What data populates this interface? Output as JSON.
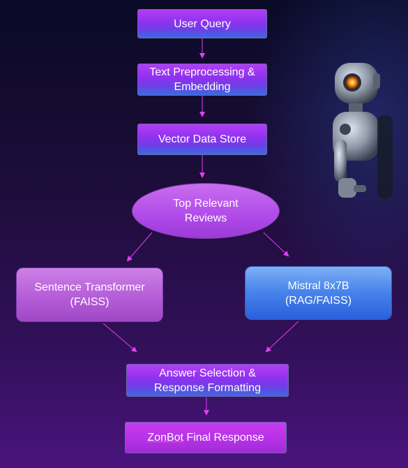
{
  "nodes": {
    "user_query": "User Query",
    "text_preprocessing": "Text Preprocessing & Embedding",
    "vector_store": "Vector Data Store",
    "top_reviews": "Top Relevant Reviews",
    "sentence_transformer": "Sentence Transformer (FAISS)",
    "mistral": "Mistral 8x7B (RAG/FAISS)",
    "answer_selection": "Answer Selection & Response Formatting",
    "final_response_word": "ZonBot",
    "final_response_rest": " Final Response"
  },
  "colors": {
    "arrow": "#e040f0",
    "background_bottom": "#4a147e"
  },
  "illustration": "robot"
}
